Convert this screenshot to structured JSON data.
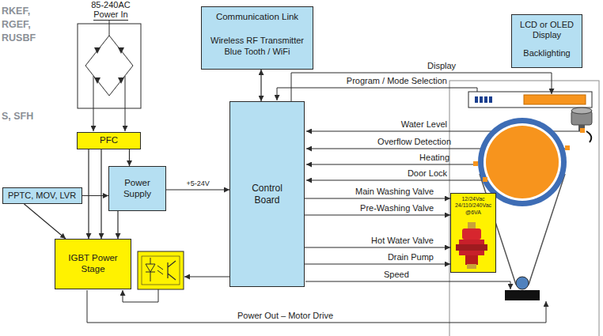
{
  "diagram": {
    "nodes": [
      {
        "text": [
          "Communication Link",
          "Wireless RF Transmitter Blue Tooth / WiFi"
        ]
      },
      {
        "text": [
          "LCD or OLED Display",
          "Backlighting"
        ]
      },
      {
        "text": [
          "PFC"
        ]
      },
      {
        "text": [
          "Power Supply"
        ]
      },
      {
        "text": [
          "PPTC, MOV, LVR"
        ]
      },
      {
        "text": [
          "Control Board"
        ]
      },
      {
        "text": [
          "12/24Vac 24/110/240Vac @6VA"
        ]
      },
      {
        "text": [
          "IGBT Power Stage"
        ]
      }
    ],
    "edges": [
      {
        "from": 5,
        "to": 0,
        "arrow": "both"
      },
      {
        "from": 2,
        "to": 7,
        "arrow": "to"
      },
      {
        "from": 2,
        "to": 7,
        "arrow": "to"
      },
      {
        "from": 2,
        "to": 3,
        "arrow": "to"
      },
      {
        "from": 4,
        "to": 3,
        "arrow": "to"
      },
      {
        "from": 4,
        "to": 7,
        "arrow": "to"
      },
      {
        "from": 3,
        "to": 7,
        "arrow": "to"
      },
      {
        "from": 3,
        "to": 5,
        "arrow": "to",
        "label": "+5-24V"
      },
      {
        "from": 5,
        "to": 6,
        "arrow": "to",
        "label": "Main Washing Valve"
      },
      {
        "from": 5,
        "to": 6,
        "arrow": "to",
        "label": "Pre-Washing Valve"
      },
      {
        "from": 5,
        "to": 6,
        "arrow": "to",
        "label": "Hot Water Valve"
      },
      {
        "from": 5,
        "to": 6,
        "arrow": "to",
        "label": "Drain Pump"
      }
    ],
    "labels": [
      "RKEF, RGEF, RUSBF",
      "S, SFH",
      "85-240AC Power In",
      "Display",
      "Program / Mode Selection",
      "Water Level",
      "Overflow Detection",
      "Heating",
      "Door Lock",
      "Speed",
      "Power Out – Motor Drive"
    ]
  }
}
